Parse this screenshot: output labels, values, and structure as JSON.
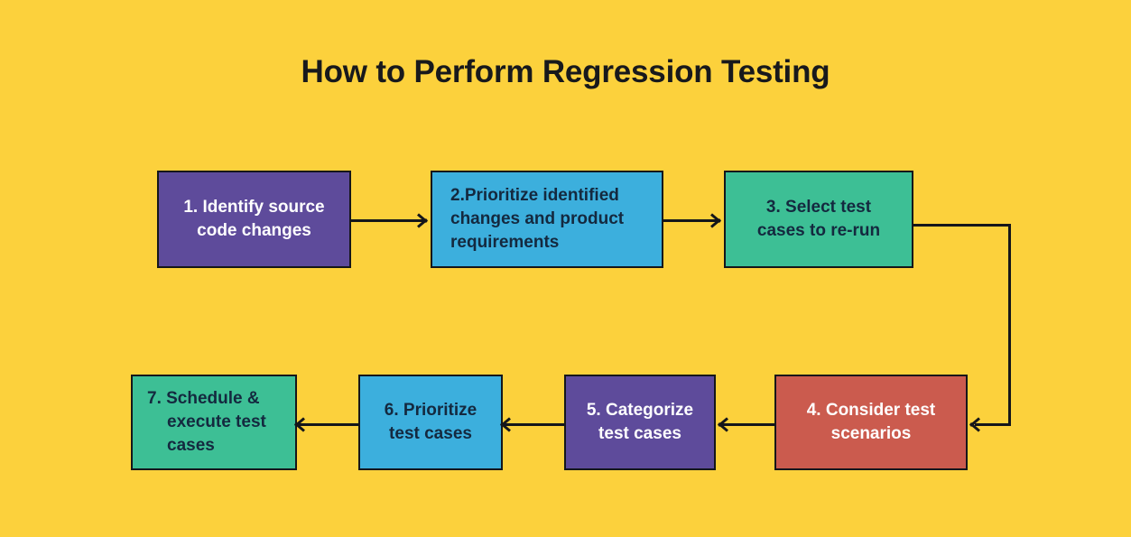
{
  "page": {
    "title": "How to Perform Regression Testing",
    "background_color": "#fcd13c",
    "title_color": "#18191c"
  },
  "palette": {
    "purple": "#5e4b9b",
    "blue": "#3cafdd",
    "green": "#3dbf95",
    "red": "#cb5b4e",
    "line": "#15161a",
    "text_light": "#ffffff",
    "text_dark": "#14293f"
  },
  "flowchart": {
    "type": "process-flow",
    "direction": "left-to-right then right-to-left (boustrophedon)",
    "steps": [
      {
        "number": "1.",
        "text": "Identify source code changes",
        "lines": [
          "1.  Identify source",
          "code changes"
        ],
        "color": "#5e4b9b",
        "text_color": "#ffffff",
        "align": "center",
        "row": "top"
      },
      {
        "number": "2.",
        "text": "Prioritize identified changes and product requirements",
        "lines": [
          "2.Prioritize identified",
          "changes and product",
          "requirements"
        ],
        "color": "#3cafdd",
        "text_color": "#14293f",
        "align": "left",
        "row": "top"
      },
      {
        "number": "3.",
        "text": "Select test cases to re-run",
        "lines": [
          "3.  Select test",
          "cases to re-run"
        ],
        "color": "#3dbf95",
        "text_color": "#14293f",
        "align": "center",
        "row": "top"
      },
      {
        "number": "4.",
        "text": "Consider test scenarios",
        "lines": [
          "4.  Consider test",
          "scenarios"
        ],
        "color": "#cb5b4e",
        "text_color": "#ffffff",
        "align": "center",
        "row": "bottom"
      },
      {
        "number": "5.",
        "text": "Categorize test cases",
        "lines": [
          "5.  Categorize",
          "test cases"
        ],
        "color": "#5e4b9b",
        "text_color": "#ffffff",
        "align": "center",
        "row": "bottom"
      },
      {
        "number": "6.",
        "text": "Prioritize test cases",
        "lines": [
          "6.  Prioritize",
          "test cases"
        ],
        "color": "#3cafdd",
        "text_color": "#14293f",
        "align": "center",
        "row": "bottom"
      },
      {
        "number": "7.",
        "text": "Schedule & execute test cases",
        "lines": [
          "7.  Schedule &",
          "execute test",
          "cases"
        ],
        "color": "#3dbf95",
        "text_color": "#14293f",
        "align": "left",
        "row": "bottom"
      }
    ],
    "connectors": [
      {
        "name": "arrow-1-to-2",
        "from": "1",
        "to": "2",
        "shape": "straight",
        "direction": "right"
      },
      {
        "name": "arrow-2-to-3",
        "from": "2",
        "to": "3",
        "shape": "straight",
        "direction": "right"
      },
      {
        "name": "arrow-3-to-4",
        "from": "3",
        "to": "4",
        "shape": "elbow",
        "direction": "right-down-left"
      },
      {
        "name": "arrow-4-to-5",
        "from": "4",
        "to": "5",
        "shape": "straight",
        "direction": "left"
      },
      {
        "name": "arrow-5-to-6",
        "from": "5",
        "to": "6",
        "shape": "straight",
        "direction": "left"
      },
      {
        "name": "arrow-6-to-7",
        "from": "6",
        "to": "7",
        "shape": "straight",
        "direction": "left"
      }
    ]
  }
}
